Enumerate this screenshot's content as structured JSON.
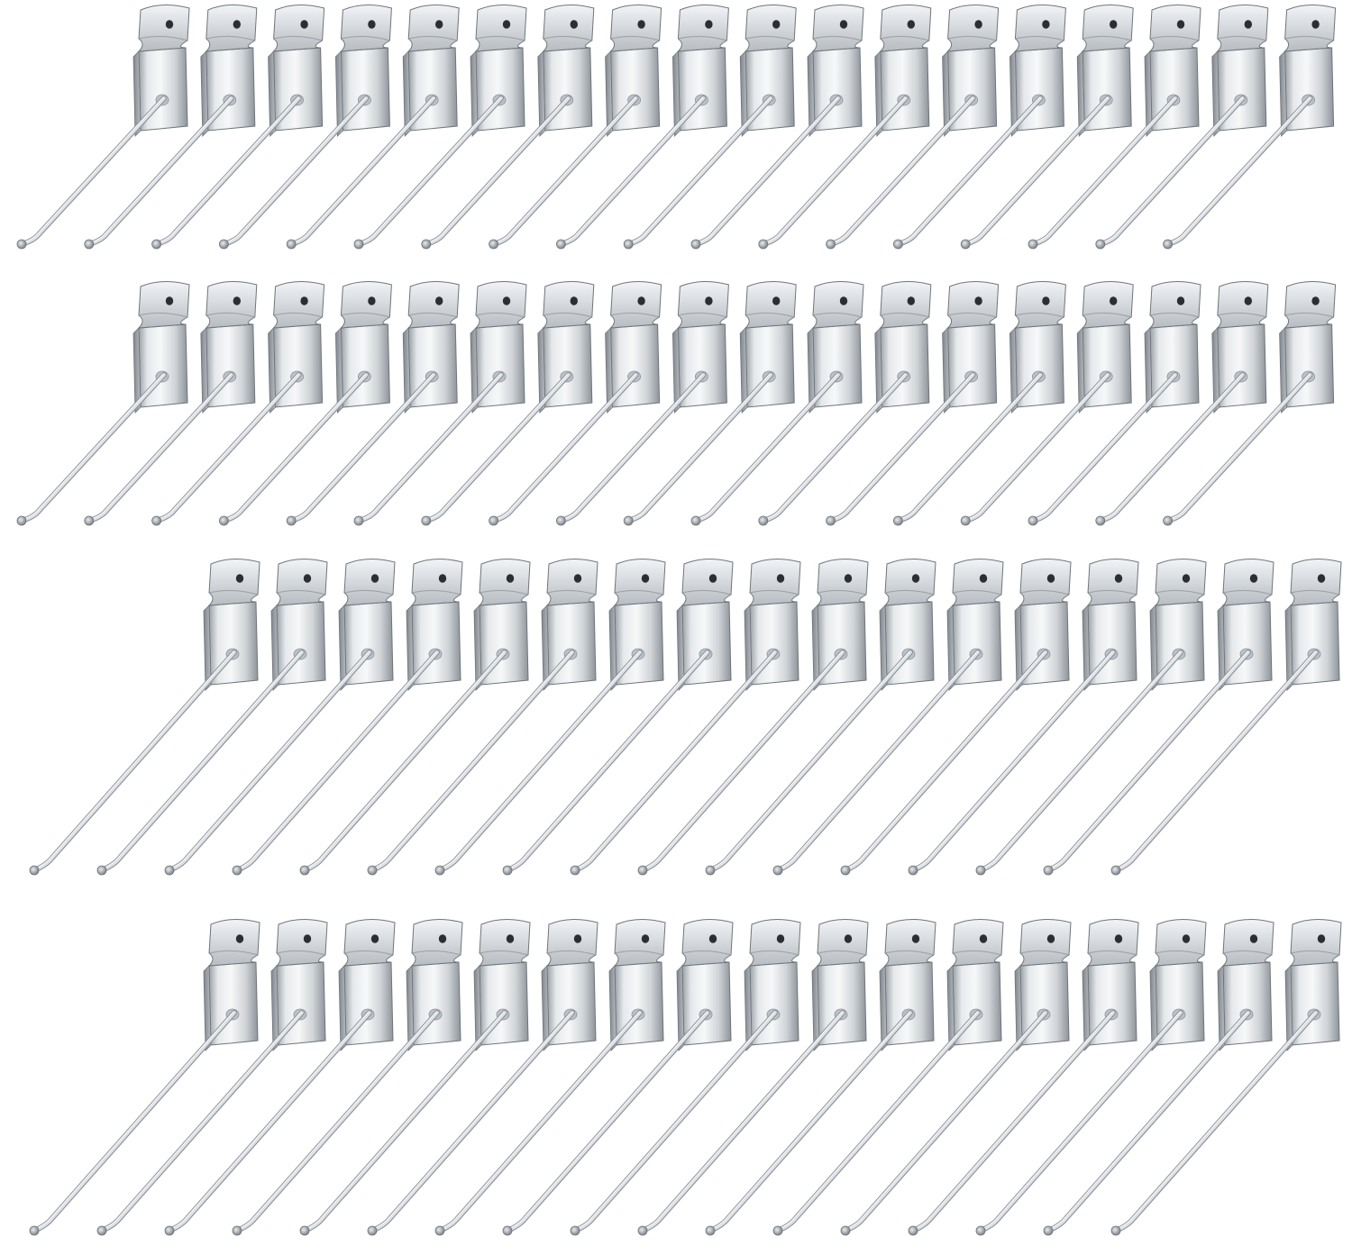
{
  "image": {
    "subject": "slatwall-hooks",
    "background_color": "#ffffff",
    "metal_colors": {
      "highlight": "#f4f6f8",
      "light": "#dfe2e6",
      "mid": "#bcc1c7",
      "dark": "#8d9399",
      "edge": "#6f757b",
      "hole": "#2b2f33"
    },
    "rows": [
      {
        "hook_count": 18,
        "arm_length": "short"
      },
      {
        "hook_count": 18,
        "arm_length": "short"
      },
      {
        "hook_count": 17,
        "arm_length": "long"
      },
      {
        "hook_count": 17,
        "arm_length": "long"
      }
    ]
  }
}
